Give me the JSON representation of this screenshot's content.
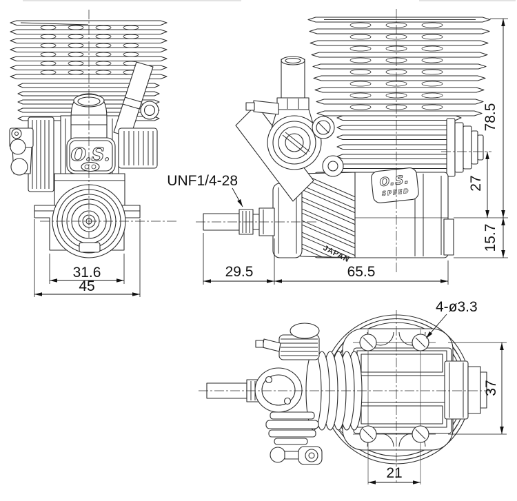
{
  "drawing": {
    "type": "engine three-view technical drawing",
    "views": {
      "front": "front-view",
      "side": "side-view",
      "rear": "rear-view"
    }
  },
  "labels": {
    "thread_spec": "UNF1/4-28",
    "mount_hole_spec": "4-ø3.3",
    "country_mark": "JAPAN",
    "front_logo": "O.S.",
    "side_logo_line1": "O.S.",
    "side_logo_line2": "SPEED"
  },
  "dimensions_mm": {
    "front": {
      "mount_inner_width": "31.6",
      "mount_outer_width": "45"
    },
    "side": {
      "height_above_mount": "78.5",
      "exhaust_center_height": "27",
      "height_below_mount": "15.7",
      "crankshaft_length": "29.5",
      "case_length": "65.5"
    },
    "rear": {
      "hole_span_width": "37",
      "hole_span_length": "21"
    }
  },
  "colors": {
    "line": "#2b2b2b",
    "background": "#ffffff",
    "text": "#111111"
  }
}
